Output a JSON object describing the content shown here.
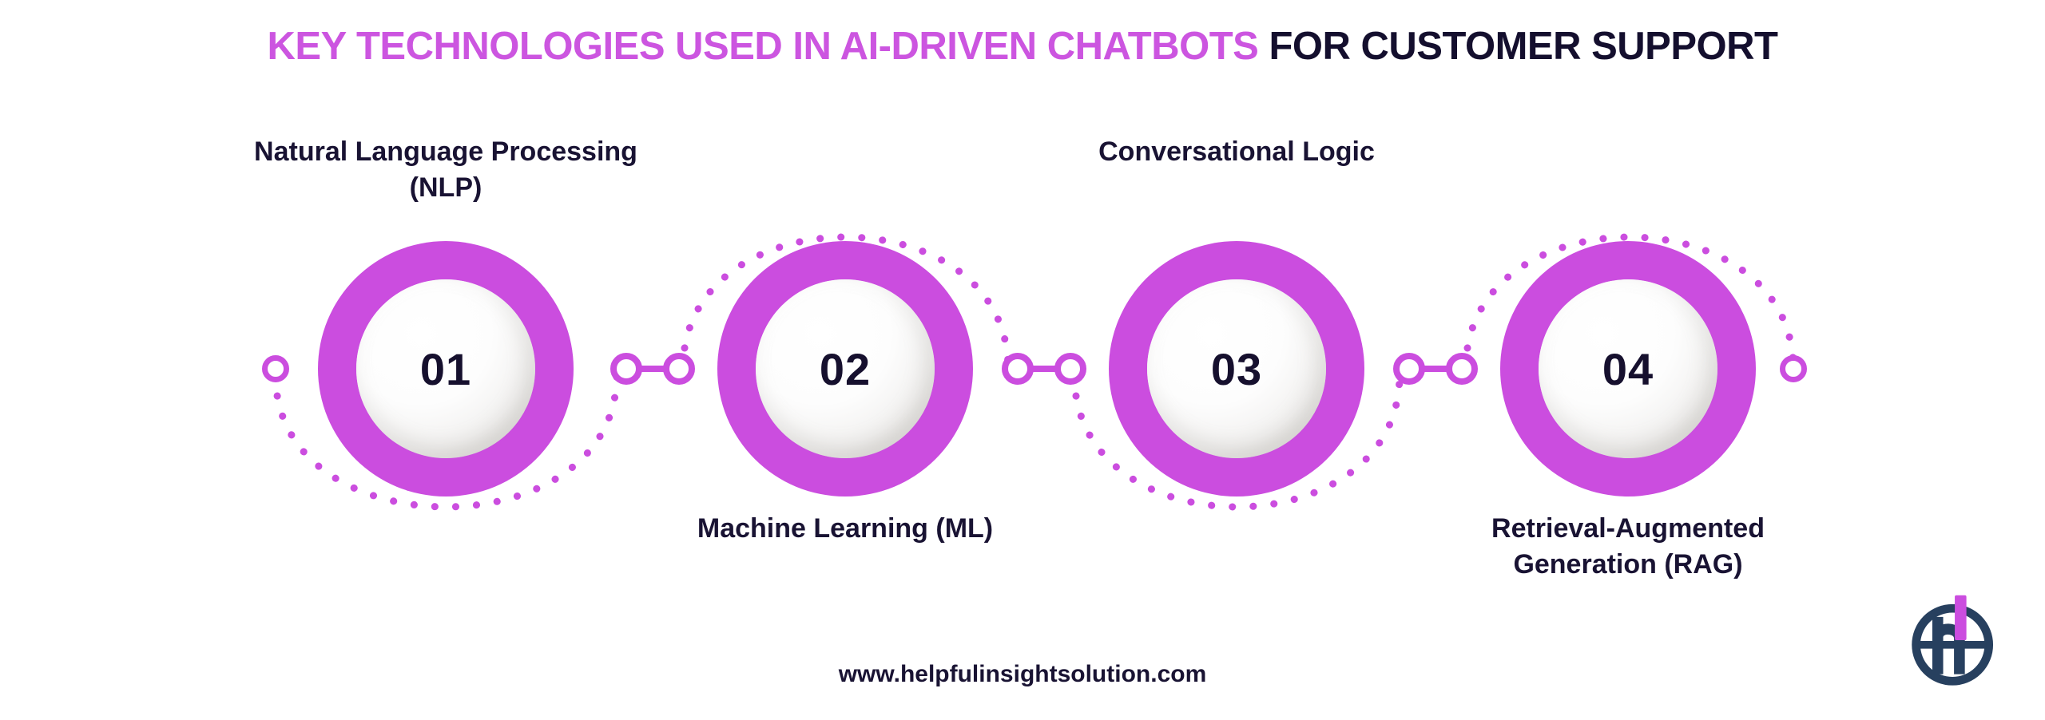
{
  "title": {
    "accent_text": "KEY TECHNOLOGIES USED IN AI-DRIVEN CHATBOTS",
    "dark_text": "FOR CUSTOMER SUPPORT"
  },
  "colors": {
    "accent": "#cb4ddf",
    "title_accent": "#cc55e0",
    "dark": "#191333",
    "logo_navy": "#27405f",
    "background": "#ffffff"
  },
  "steps": [
    {
      "number": "01",
      "label": "Natural Language Processing (NLP)",
      "label_position": "above",
      "arc_position": "below"
    },
    {
      "number": "02",
      "label": "Machine Learning (ML)",
      "label_position": "below",
      "arc_position": "above"
    },
    {
      "number": "03",
      "label": "Conversational Logic",
      "label_position": "above",
      "arc_position": "below"
    },
    {
      "number": "04",
      "label": "Retrieval-Augmented Generation (RAG)",
      "label_position": "below",
      "arc_position": "above"
    }
  ],
  "footer": {
    "url": "www.helpfulinsightsolution.com"
  },
  "logo": {
    "name": "helpful-insight-solution-logo",
    "letter_mark": "h",
    "accent_mark": "i"
  }
}
